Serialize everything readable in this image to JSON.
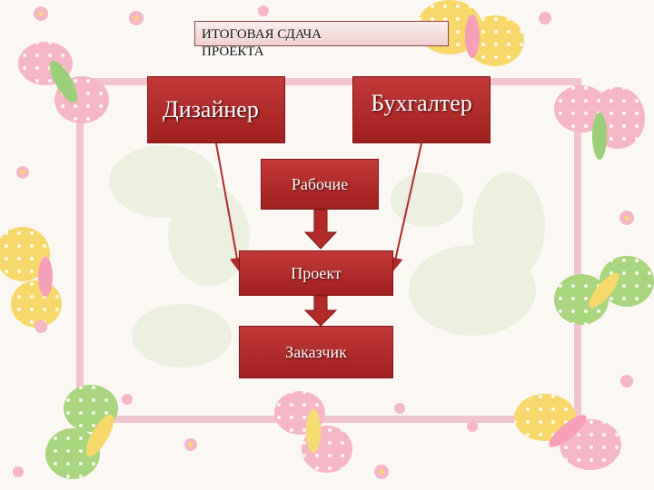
{
  "slide": {
    "title": "ИТОГОВАЯ СДАЧА ПРОЕКТА"
  },
  "nodes": {
    "designer": "Дизайнер",
    "accountant": "Бухгалтер",
    "workers": "Рабочие",
    "project": "Проект",
    "client": "Заказчик"
  },
  "colors": {
    "box_fill": "#b02a2a",
    "frame": "#f2c4cf",
    "arrow_block": "#b32a2a",
    "arrow_line": "#b02a2a"
  }
}
